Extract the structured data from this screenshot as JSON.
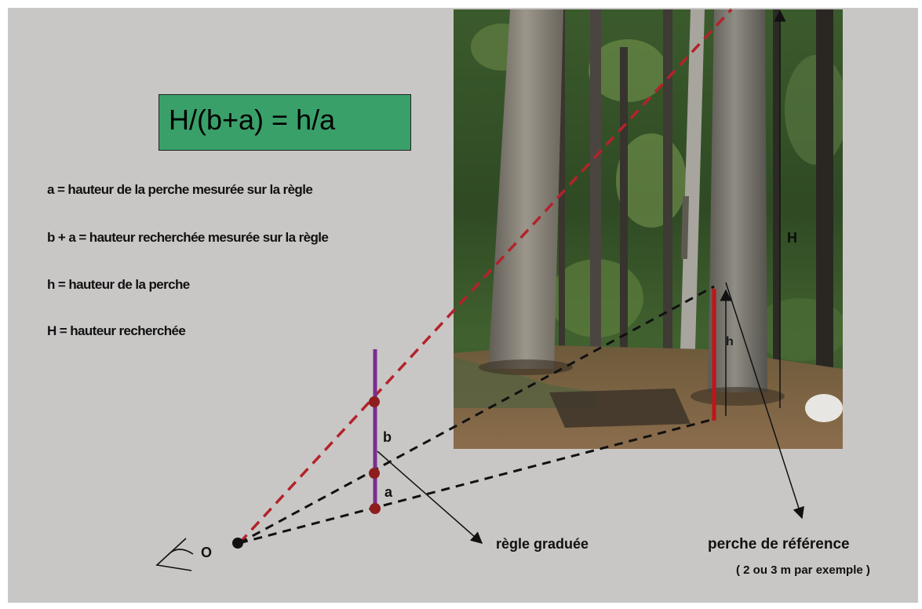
{
  "formula": "H/(b+a) = h/a",
  "legend": [
    "a = hauteur de la perche mesurée sur la règle",
    "b + a = hauteur recherchée mesurée sur la règle",
    "h = hauteur de la perche",
    "H = hauteur recherchée"
  ],
  "labels": {
    "observer": "O",
    "b": "b",
    "a": "a",
    "h": "h",
    "H": "H",
    "ruler": "règle graduée",
    "pole_title": "perche de référence",
    "pole_note": "( 2 ou 3 m par exemple )"
  },
  "colors": {
    "background": "#c9c7c6",
    "formula_box": "#3aa06a",
    "ruler": "#7b2d8e",
    "red_sightline": "#b3232a",
    "black_sightline": "#111111",
    "pole": "#c0141b"
  }
}
